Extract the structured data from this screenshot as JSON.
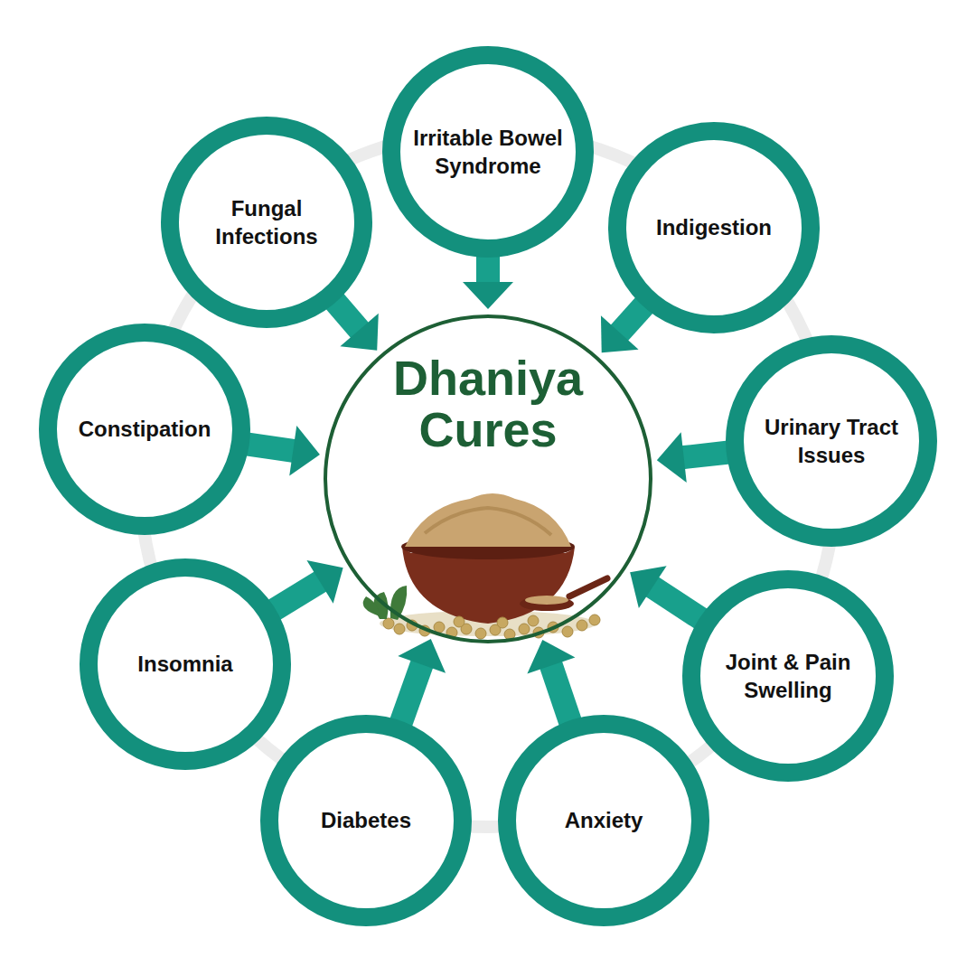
{
  "diagram": {
    "nodes": [
      {
        "text": [
          "Dhaniya Cures"
        ]
      },
      {
        "text": [
          "Irritable Bowel Syndrome"
        ]
      },
      {
        "text": [
          "Indigestion"
        ]
      },
      {
        "text": [
          "Urinary Tract Issues"
        ]
      },
      {
        "text": [
          "Joint & Pain Swelling"
        ]
      },
      {
        "text": [
          "Anxiety"
        ]
      },
      {
        "text": [
          "Diabetes"
        ]
      },
      {
        "text": [
          "Insomnia"
        ]
      },
      {
        "text": [
          "Constipation"
        ]
      },
      {
        "text": [
          "Fungal Infections"
        ]
      }
    ],
    "edges": [
      {
        "from": 1,
        "to": 0,
        "arrow": "to"
      },
      {
        "from": 2,
        "to": 0,
        "arrow": "to"
      },
      {
        "from": 3,
        "to": 0,
        "arrow": "to"
      },
      {
        "from": 4,
        "to": 0,
        "arrow": "to"
      },
      {
        "from": 5,
        "to": 0,
        "arrow": "to"
      },
      {
        "from": 6,
        "to": 0,
        "arrow": "to"
      },
      {
        "from": 7,
        "to": 0,
        "arrow": "to"
      },
      {
        "from": 8,
        "to": 0,
        "arrow": "to"
      },
      {
        "from": 9,
        "to": 0,
        "arrow": "to"
      }
    ]
  }
}
